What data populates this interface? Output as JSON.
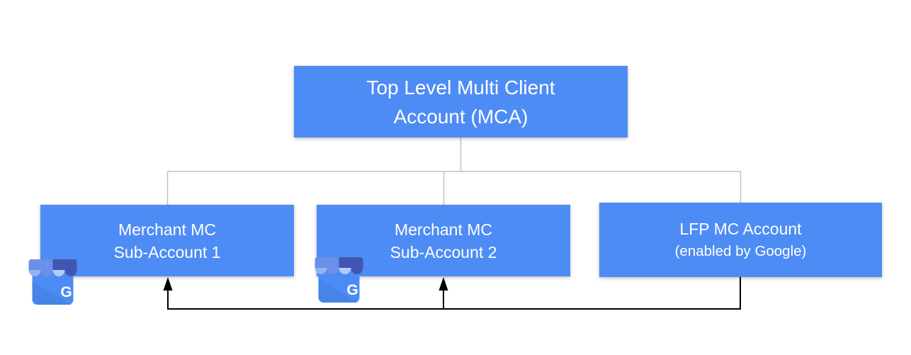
{
  "diagram": {
    "nodes": {
      "top": {
        "line1": "Top Level Multi Client",
        "line2": "Account (MCA)"
      },
      "sub1": {
        "line1": "Merchant MC",
        "line2": "Sub-Account 1"
      },
      "sub2": {
        "line1": "Merchant MC",
        "line2": "Sub-Account 2"
      },
      "lfp": {
        "line1": "LFP MC Account",
        "line2": "(enabled by Google)"
      }
    },
    "icons": {
      "business_icon_name": "google-business-storefront",
      "business_icon_letter": "G"
    },
    "colors": {
      "node_fill": "#4e8cf5",
      "node_text": "#ffffff",
      "tree_line": "#c0c0c0",
      "feed_line": "#000000",
      "icon_body": "#4c8bf4",
      "icon_body_shade": "#4684ea",
      "icon_awning_medium": "#6a90e9",
      "icon_awning_dark": "#4355b2",
      "icon_awning_light": "#93b2f3",
      "icon_awning_lighter": "#b3cbf9"
    }
  }
}
